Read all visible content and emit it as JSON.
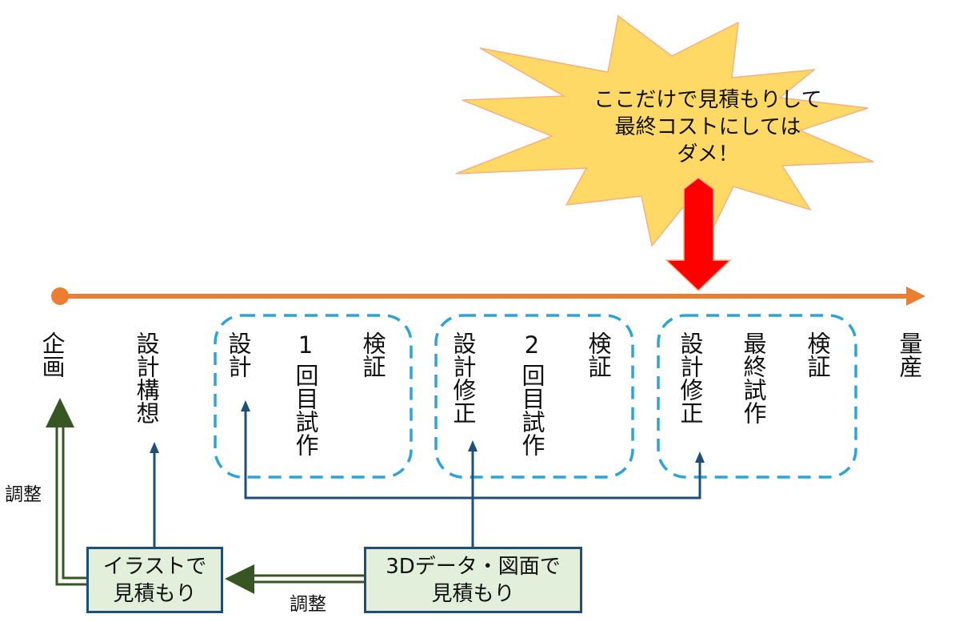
{
  "colors": {
    "timeline": "#ed7d31",
    "burst_fill": "#ffd966",
    "burst_stroke": "#f4b183",
    "red_arrow": "#ff0000",
    "dashed_box": "#2ea3d6",
    "connector_blue": "#1f4e79",
    "adjust_green": "#375623",
    "estimate_box_fill": "#e2efda"
  },
  "warning": {
    "lines": [
      "ここだけで見積もりして",
      "最終コストにしては",
      "ダメ！"
    ]
  },
  "timeline": {
    "stages": [
      {
        "id": "planning",
        "label": "企画"
      },
      {
        "id": "design-concept",
        "label": "設計構想"
      },
      {
        "id": "design",
        "label": "設計"
      },
      {
        "id": "proto-1",
        "label_num": "1",
        "label": "回目試作"
      },
      {
        "id": "verify-1",
        "label": "検証"
      },
      {
        "id": "design-fix-1",
        "label": "設計修正"
      },
      {
        "id": "proto-2",
        "label_num": "2",
        "label": "回目試作"
      },
      {
        "id": "verify-2",
        "label": "検証"
      },
      {
        "id": "design-fix-2",
        "label": "設計修正"
      },
      {
        "id": "final-proto",
        "label": "最終試作"
      },
      {
        "id": "verify-3",
        "label": "検証"
      },
      {
        "id": "mass-production",
        "label": "量産"
      }
    ]
  },
  "estimates": {
    "illustration": {
      "lines": [
        "イラストで",
        "見積もり"
      ]
    },
    "drawing": {
      "lines": [
        "3Dデータ・図面で",
        "見積もり"
      ]
    }
  },
  "adjust_labels": {
    "left": "調整",
    "bottom": "調整"
  }
}
